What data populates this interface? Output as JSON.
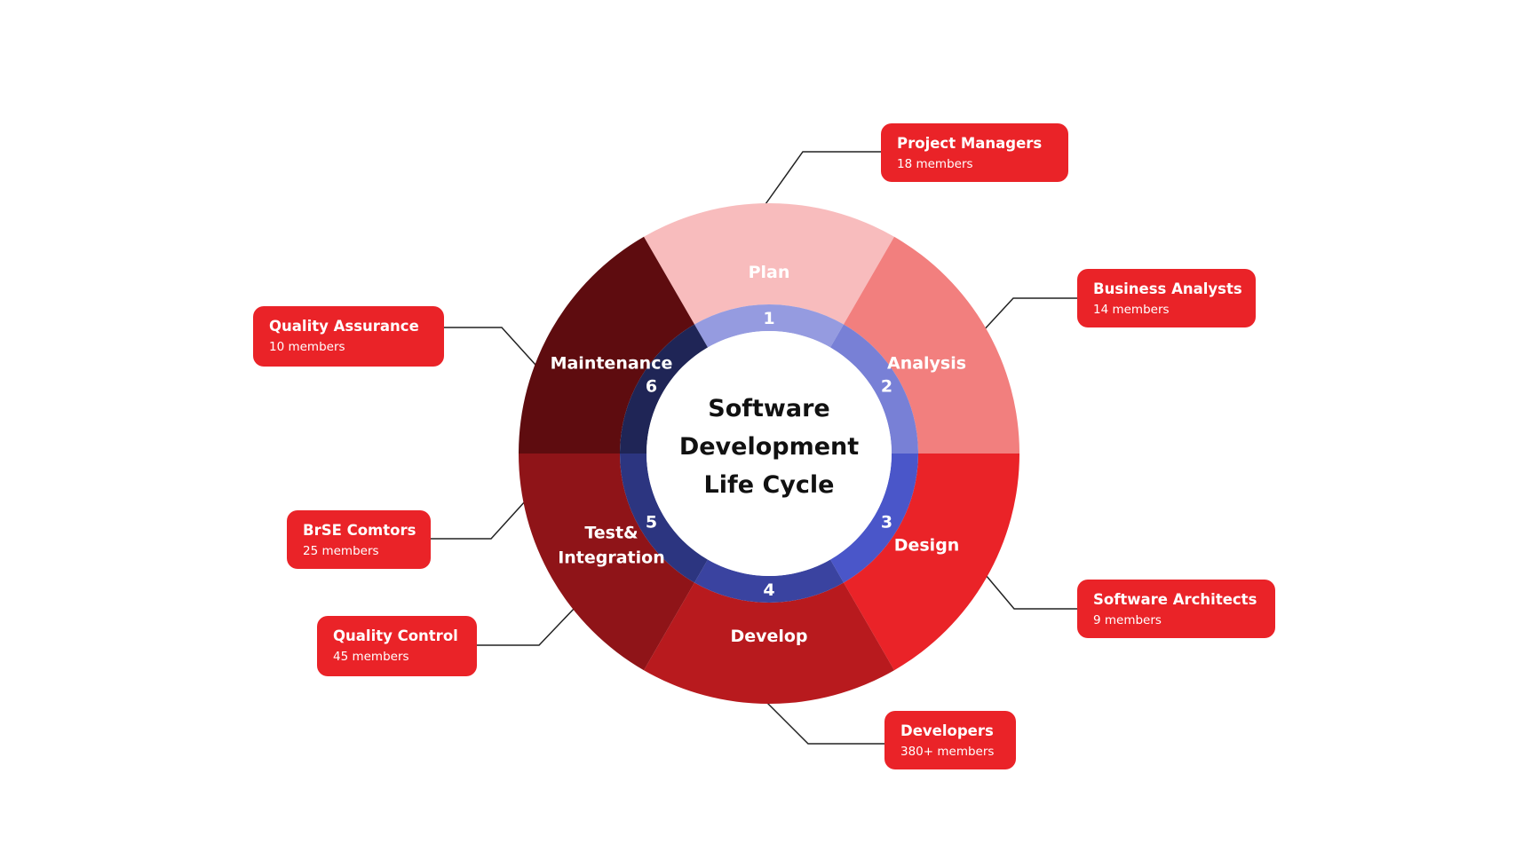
{
  "diagram": {
    "center_title": [
      "Software",
      "Development",
      "Life Cycle"
    ],
    "phases": [
      {
        "number": "1",
        "label": [
          "Plan"
        ],
        "color": "#f8bcbd",
        "ring_color": "#959be0"
      },
      {
        "number": "2",
        "label": [
          "Analysis"
        ],
        "color": "#f27f7e",
        "ring_color": "#7880d6"
      },
      {
        "number": "3",
        "label": [
          "Design"
        ],
        "color": "#ea2328",
        "ring_color": "#4a56c9"
      },
      {
        "number": "4",
        "label": [
          "Develop"
        ],
        "color": "#b81a1e",
        "ring_color": "#3a43a0"
      },
      {
        "number": "5",
        "label": [
          "Test&",
          "Integration"
        ],
        "color": "#8f1418",
        "ring_color": "#2c3580"
      },
      {
        "number": "6",
        "label": [
          "Maintenance"
        ],
        "color": "#5e0c0f",
        "ring_color": "#1f2556"
      }
    ],
    "teams": [
      {
        "name": "Project Managers",
        "members": "18 members"
      },
      {
        "name": "Business Analysts",
        "members": "14 members"
      },
      {
        "name": "Software Architects",
        "members": "9 members"
      },
      {
        "name": "Developers",
        "members": "380+ members"
      },
      {
        "name": "Quality Control",
        "members": "45 members"
      },
      {
        "name": "BrSE Comtors",
        "members": "25 members"
      },
      {
        "name": "Quality Assurance",
        "members": "10 members"
      }
    ],
    "colors": {
      "callout_bg": "#ea2328",
      "connector": "#222222",
      "center_text": "#111111"
    }
  }
}
